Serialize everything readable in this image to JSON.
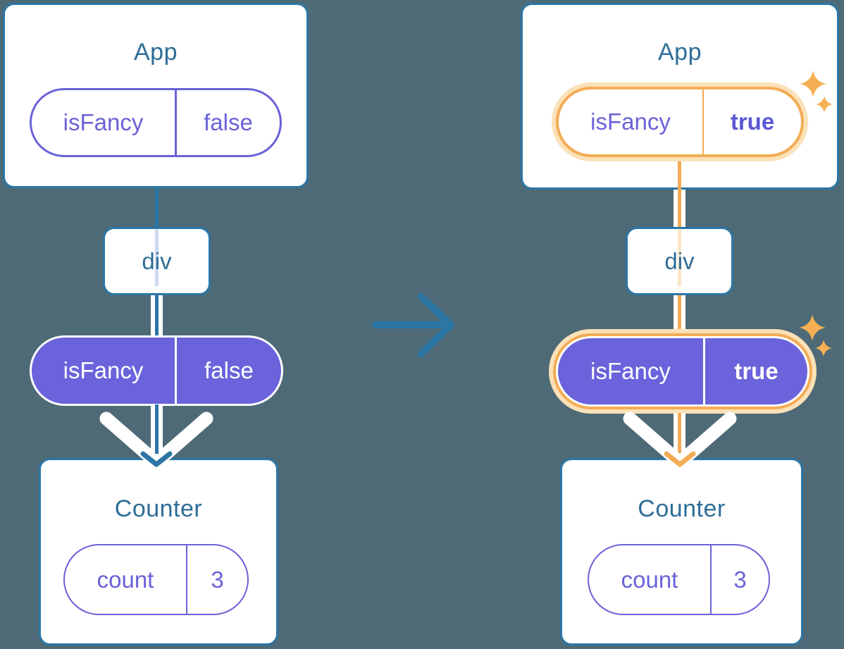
{
  "colors": {
    "background": "#4E6A76",
    "card_border_teal": "#2B76A6",
    "title_text": "#2E6D97",
    "purple_outline": "#6A62D8",
    "purple_fill": "#6A63DB",
    "bold_value_purple": "#5B58D5",
    "highlight_orange": "#F3AC55",
    "highlight_glow": "#FBE1B8",
    "faded_lavender": "#CDD8F1",
    "faded_peach": "#FBE5C6",
    "sparkle_orange": "#F5B054",
    "white": "#FFFFFF"
  },
  "icons": {
    "transition": "right-arrow-icon",
    "flow": "down-arrow-icon",
    "highlight": "sparkles-icon"
  },
  "before": {
    "app": {
      "title": "App",
      "state": {
        "key": "isFancy",
        "value": "false"
      }
    },
    "div": {
      "title": "div"
    },
    "prop": {
      "key": "isFancy",
      "value": "false"
    },
    "counter": {
      "title": "Counter",
      "state": {
        "key": "count",
        "value": "3"
      }
    }
  },
  "after": {
    "app": {
      "title": "App",
      "state": {
        "key": "isFancy",
        "value": "true"
      }
    },
    "div": {
      "title": "div"
    },
    "prop": {
      "key": "isFancy",
      "value": "true"
    },
    "counter": {
      "title": "Counter",
      "state": {
        "key": "count",
        "value": "3"
      }
    }
  }
}
